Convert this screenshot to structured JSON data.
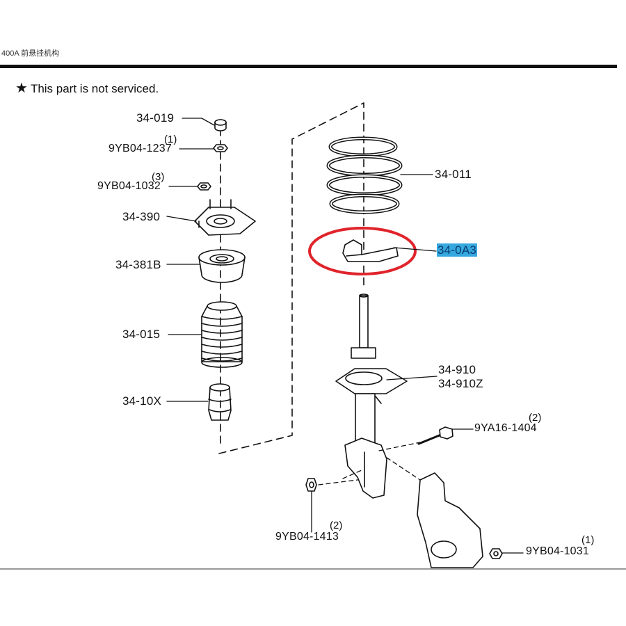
{
  "page": {
    "header_text": "400A 前悬挂机构",
    "note_star": "★",
    "note": "This part is not serviced."
  },
  "parts": {
    "p34_019": "34-019",
    "p9YB04_1237": "9YB04-1237",
    "p9YB04_1237_qty": "(1)",
    "p9YB04_1032": "9YB04-1032",
    "p9YB04_1032_qty": "(3)",
    "p34_390": "34-390",
    "p34_381B": "34-381B",
    "p34_015": "34-015",
    "p34_10X": "34-10X",
    "p34_011": "34-011",
    "p34_0A3": "34-0A3",
    "p34_910": "34-910",
    "p34_910Z": "34-910Z",
    "p9YA16_1404": "9YA16-1404",
    "p9YA16_1404_qty": "(2)",
    "p9YB04_1413": "9YB04-1413",
    "p9YB04_1413_qty": "(2)",
    "p9YB04_1031": "9YB04-1031",
    "p9YB04_1031_qty": "(1)"
  },
  "colors": {
    "highlight_ellipse": "#e0242b",
    "highlight_label_bg": "#35a8df",
    "line": "#111111"
  }
}
